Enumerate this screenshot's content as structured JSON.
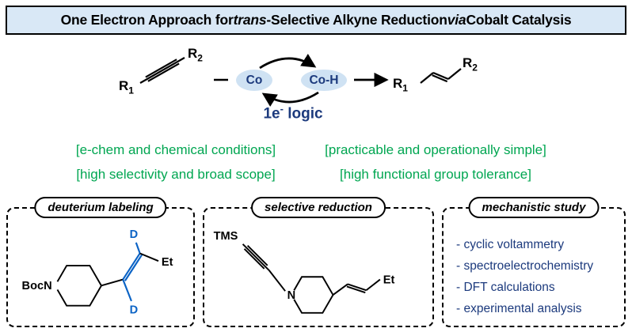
{
  "title": {
    "part1": "One Electron Approach for ",
    "italic1": "trans",
    "part2": "-Selective Alkyne Reduction ",
    "italic2": "via",
    "part3": " Cobalt Catalysis"
  },
  "scheme": {
    "r_letter": "R",
    "sub1": "1",
    "sub2": "2",
    "co": "Co",
    "co_h": "Co-H",
    "logic_pre": "1e",
    "logic_sup": "-",
    "logic_post": " logic"
  },
  "highlights": {
    "left": [
      "[e-chem and chemical conditions]",
      "[high selectivity and broad scope]"
    ],
    "right": [
      "[practicable and operationally simple]",
      "[high functional group  tolerance]"
    ]
  },
  "panels": {
    "deuterium": {
      "label": "deuterium labeling",
      "boc": "BocN",
      "d_top": "D",
      "d_bottom": "D",
      "et": "Et"
    },
    "selective": {
      "label": "selective reduction",
      "tms": "TMS",
      "n": "N",
      "et": "Et"
    },
    "mechanistic": {
      "label": "mechanistic study",
      "items": [
        "- cyclic voltammetry",
        "- spectroelectrochemistry",
        "- DFT calculations",
        "- experimental analysis"
      ]
    }
  },
  "colors": {
    "title_bg": "#d9e8f6",
    "green": "#00a651",
    "navy": "#1c3a7d",
    "blue": "#0b63c5"
  }
}
